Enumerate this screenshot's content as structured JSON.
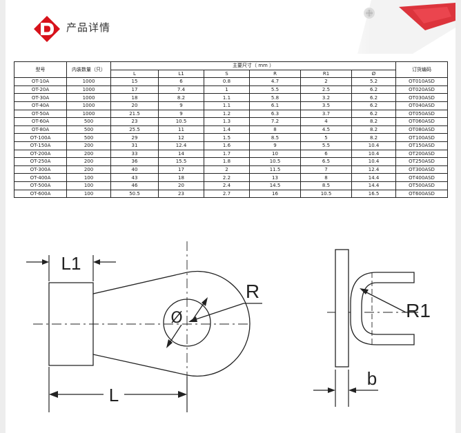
{
  "header": {
    "title": "产品详情"
  },
  "table": {
    "head": {
      "model": "型号",
      "qty": "内装数量（只）",
      "main_dims": "主要尺寸（ mm ）",
      "order_code": "订货编码",
      "dims": [
        "L",
        "L1",
        "S",
        "R",
        "R1",
        "Ø"
      ]
    },
    "rows": [
      {
        "model": "OT-10A",
        "qty": "1000",
        "L": "15",
        "L1": "6",
        "S": "0.8",
        "R": "4.7",
        "R1": "2",
        "D": "5.2",
        "code": "OT010ASD"
      },
      {
        "model": "OT-20A",
        "qty": "1000",
        "L": "17",
        "L1": "7.4",
        "S": "1",
        "R": "5.5",
        "R1": "2.5",
        "D": "6.2",
        "code": "OT020ASD"
      },
      {
        "model": "OT-30A",
        "qty": "1000",
        "L": "18",
        "L1": "8.2",
        "S": "1.1",
        "R": "5.8",
        "R1": "3.2",
        "D": "6.2",
        "code": "OT030ASD"
      },
      {
        "model": "OT-40A",
        "qty": "1000",
        "L": "20",
        "L1": "9",
        "S": "1.1",
        "R": "6.1",
        "R1": "3.5",
        "D": "6.2",
        "code": "OT040ASD"
      },
      {
        "model": "OT-50A",
        "qty": "1000",
        "L": "21.5",
        "L1": "9",
        "S": "1.2",
        "R": "6.3",
        "R1": "3.7",
        "D": "6.2",
        "code": "OT050ASD"
      },
      {
        "model": "OT-60A",
        "qty": "500",
        "L": "23",
        "L1": "10.5",
        "S": "1.3",
        "R": "7.2",
        "R1": "4",
        "D": "8.2",
        "code": "OT060ASD"
      },
      {
        "model": "OT-80A",
        "qty": "500",
        "L": "25.5",
        "L1": "11",
        "S": "1.4",
        "R": "8",
        "R1": "4.5",
        "D": "8.2",
        "code": "OT080ASD"
      },
      {
        "model": "OT-100A",
        "qty": "500",
        "L": "29",
        "L1": "12",
        "S": "1.5",
        "R": "8.5",
        "R1": "5",
        "D": "8.2",
        "code": "OT100ASD"
      },
      {
        "model": "OT-150A",
        "qty": "200",
        "L": "31",
        "L1": "12.4",
        "S": "1.6",
        "R": "9",
        "R1": "5.5",
        "D": "10.4",
        "code": "OT150ASD"
      },
      {
        "model": "OT-200A",
        "qty": "200",
        "L": "33",
        "L1": "14",
        "S": "1.7",
        "R": "10",
        "R1": "6",
        "D": "10.4",
        "code": "OT200ASD"
      },
      {
        "model": "OT-250A",
        "qty": "200",
        "L": "36",
        "L1": "15.5",
        "S": "1.8",
        "R": "10.5",
        "R1": "6.5",
        "D": "10.4",
        "code": "OT250ASD"
      },
      {
        "model": "OT-300A",
        "qty": "200",
        "L": "40",
        "L1": "17",
        "S": "2",
        "R": "11.5",
        "R1": "7",
        "D": "12.4",
        "code": "OT300ASD"
      },
      {
        "model": "OT-400A",
        "qty": "100",
        "L": "43",
        "L1": "18",
        "S": "2.2",
        "R": "13",
        "R1": "8",
        "D": "14.4",
        "code": "OT400ASD"
      },
      {
        "model": "OT-500A",
        "qty": "100",
        "L": "46",
        "L1": "20",
        "S": "2.4",
        "R": "14.5",
        "R1": "8.5",
        "D": "14.4",
        "code": "OT500ASD"
      },
      {
        "model": "OT-600A",
        "qty": "100",
        "L": "50.5",
        "L1": "23",
        "S": "2.7",
        "R": "16",
        "R1": "10.5",
        "D": "16.5",
        "code": "OT600ASD"
      }
    ]
  },
  "drawing": {
    "label_L1": "L1",
    "label_L": "L",
    "label_R": "R",
    "label_R1": "R1",
    "label_b": "b",
    "label_diameter": "Ø"
  },
  "colors": {
    "brand_red": "#d7121b",
    "line": "#222222"
  }
}
